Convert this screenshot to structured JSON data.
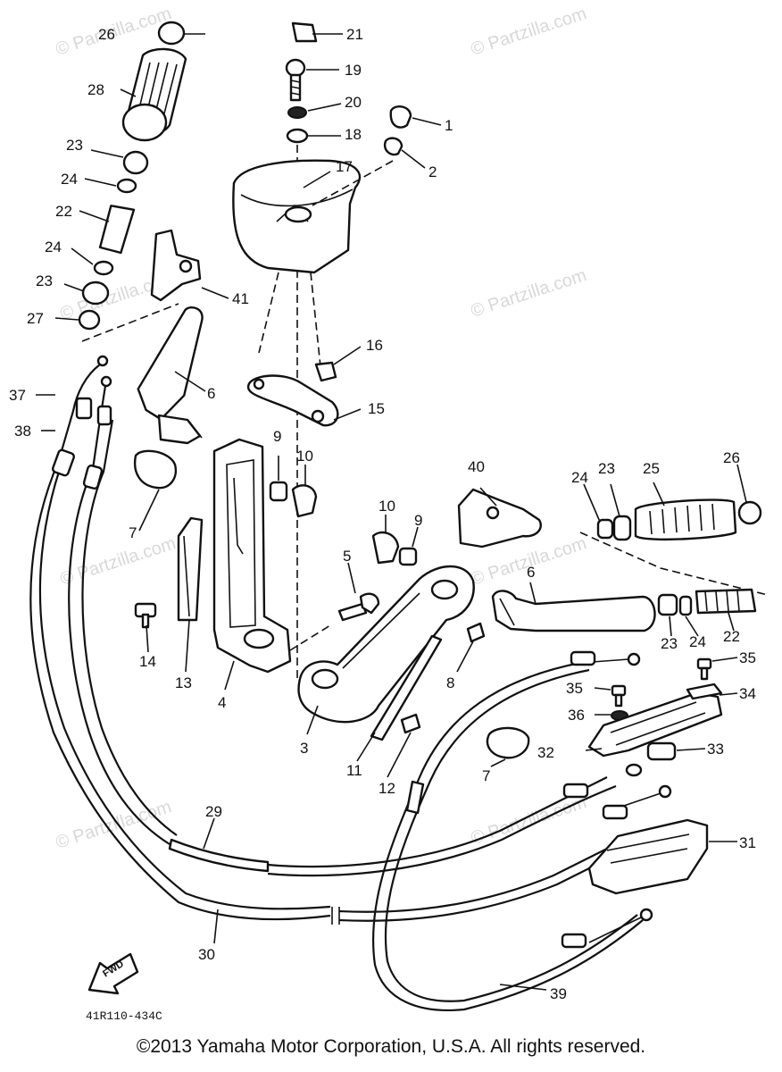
{
  "watermark": "© Partzilla.com",
  "drawing_code": "41R110-434C",
  "fwd_arrow_label": "FWD",
  "copyright": "©2013 Yamaha Motor Corporation, U.S.A. All rights reserved.",
  "callouts": [
    "1",
    "2",
    "3",
    "4",
    "5",
    "6",
    "6",
    "7",
    "7",
    "8",
    "9",
    "9",
    "10",
    "10",
    "11",
    "12",
    "13",
    "14",
    "15",
    "16",
    "17",
    "18",
    "19",
    "20",
    "21",
    "22",
    "22",
    "23",
    "23",
    "23",
    "23",
    "24",
    "24",
    "24",
    "24",
    "25",
    "26",
    "26",
    "27",
    "28",
    "29",
    "30",
    "31",
    "32",
    "33",
    "34",
    "35",
    "35",
    "36",
    "37",
    "38",
    "39",
    "40",
    "41"
  ]
}
